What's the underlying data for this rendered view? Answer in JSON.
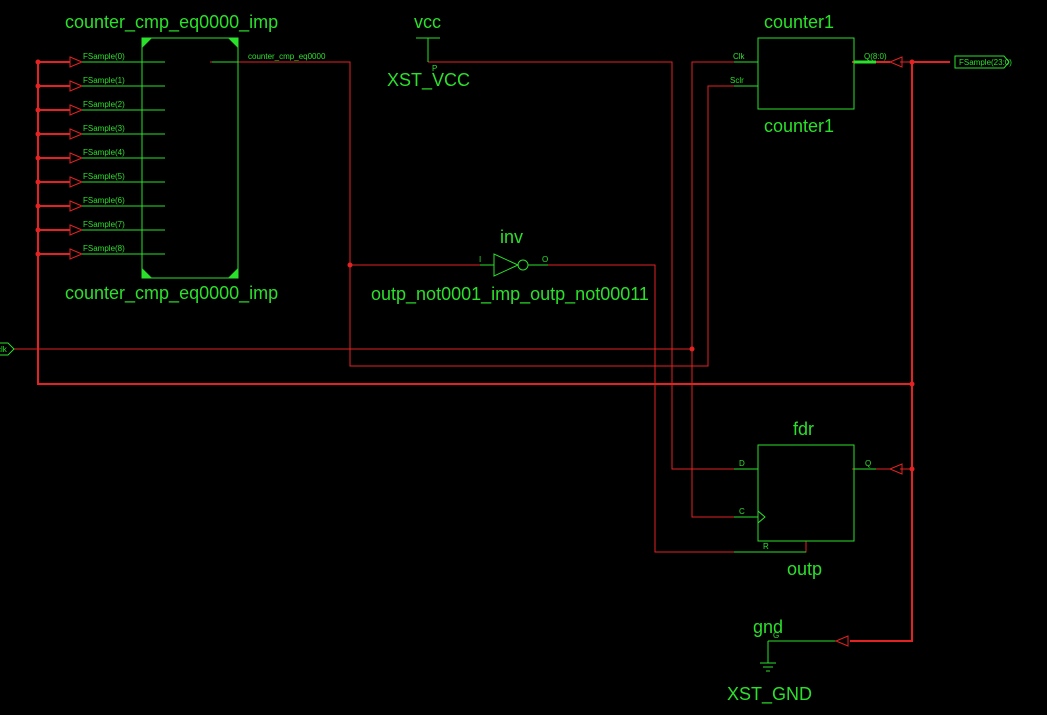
{
  "colors": {
    "background": "#000000",
    "symbol": "#2be02b",
    "wire": "#e52222"
  },
  "comparator": {
    "type_label": "counter_cmp_eq0000_imp",
    "instance_label": "counter_cmp_eq0000_imp",
    "inputs": [
      "FSample(0)",
      "FSample(1)",
      "FSample(2)",
      "FSample(3)",
      "FSample(4)",
      "FSample(5)",
      "FSample(6)",
      "FSample(7)",
      "FSample(8)"
    ],
    "output": "counter_cmp_eq0000"
  },
  "vcc": {
    "type_label": "vcc",
    "pin": "P",
    "instance_label": "XST_VCC"
  },
  "counter": {
    "type_label": "counter1",
    "instance_label": "counter1",
    "pin_clk": "Clk",
    "pin_sclr": "Sclr",
    "pin_q": "Q(8:0)"
  },
  "bus_port": {
    "label": "FSample(23:0)"
  },
  "clk_port": {
    "label": "clk"
  },
  "inverter": {
    "type_label": "inv",
    "pin_in": "I",
    "pin_out": "O",
    "instance_label": "outp_not0001_imp_outp_not00011"
  },
  "flipflop": {
    "type_label": "fdr",
    "pin_d": "D",
    "pin_c": "C",
    "pin_r": "R",
    "pin_q": "Q",
    "instance_label": "outp"
  },
  "gnd": {
    "type_label": "gnd",
    "pin": "G",
    "instance_label": "XST_GND"
  }
}
